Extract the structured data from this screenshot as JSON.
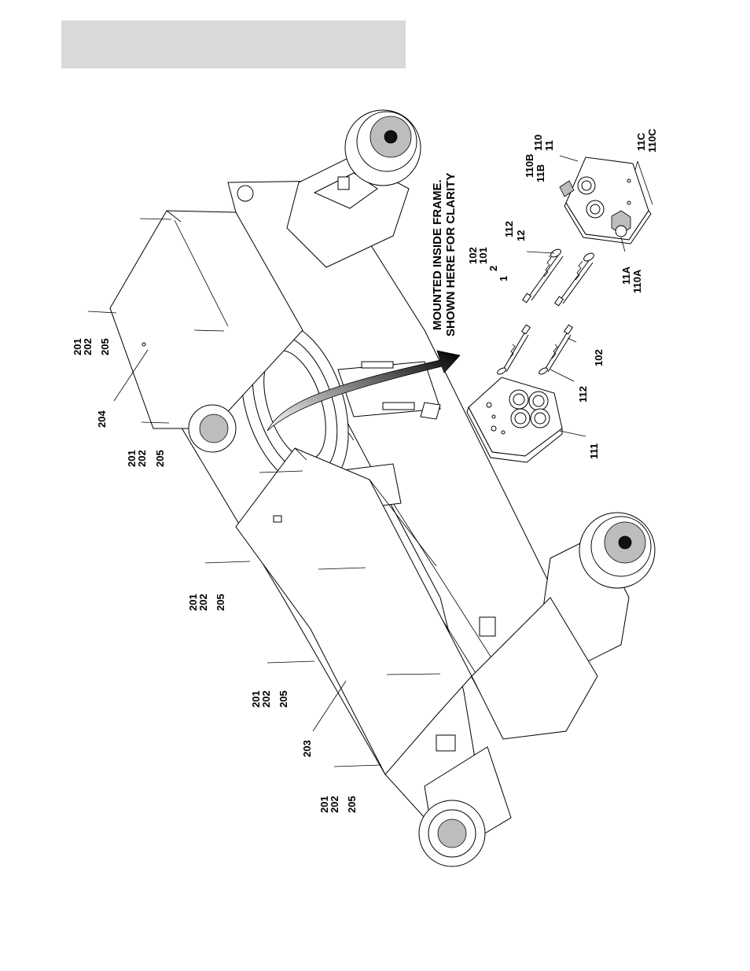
{
  "header": {
    "bar_color": "#d9d9d9",
    "title": ""
  },
  "note": {
    "line1": "MOUNTED INSIDE FRAME.",
    "line2": "SHOWN HERE FOR CLARITY"
  },
  "callouts": {
    "g1": [
      "201",
      "202",
      "205"
    ],
    "g2": [
      "201",
      "202",
      "205"
    ],
    "g3": [
      "201",
      "202",
      "205"
    ],
    "g4": [
      "201",
      "202",
      "205"
    ],
    "g5": [
      "201",
      "202",
      "205"
    ],
    "cover_top": "204",
    "cover_bottom": "203",
    "valve_upper": [
      "102",
      "101",
      "2",
      "1"
    ],
    "spacer_upper": [
      "112",
      "12"
    ],
    "block_upper": [
      "110B",
      "11B",
      "110",
      "11"
    ],
    "fitting_side": [
      "11C",
      "110C"
    ],
    "fitting_bottom": [
      "11A",
      "110A"
    ],
    "bolt_lower": "102",
    "spacer_lower": "112",
    "block_lower": "111"
  }
}
